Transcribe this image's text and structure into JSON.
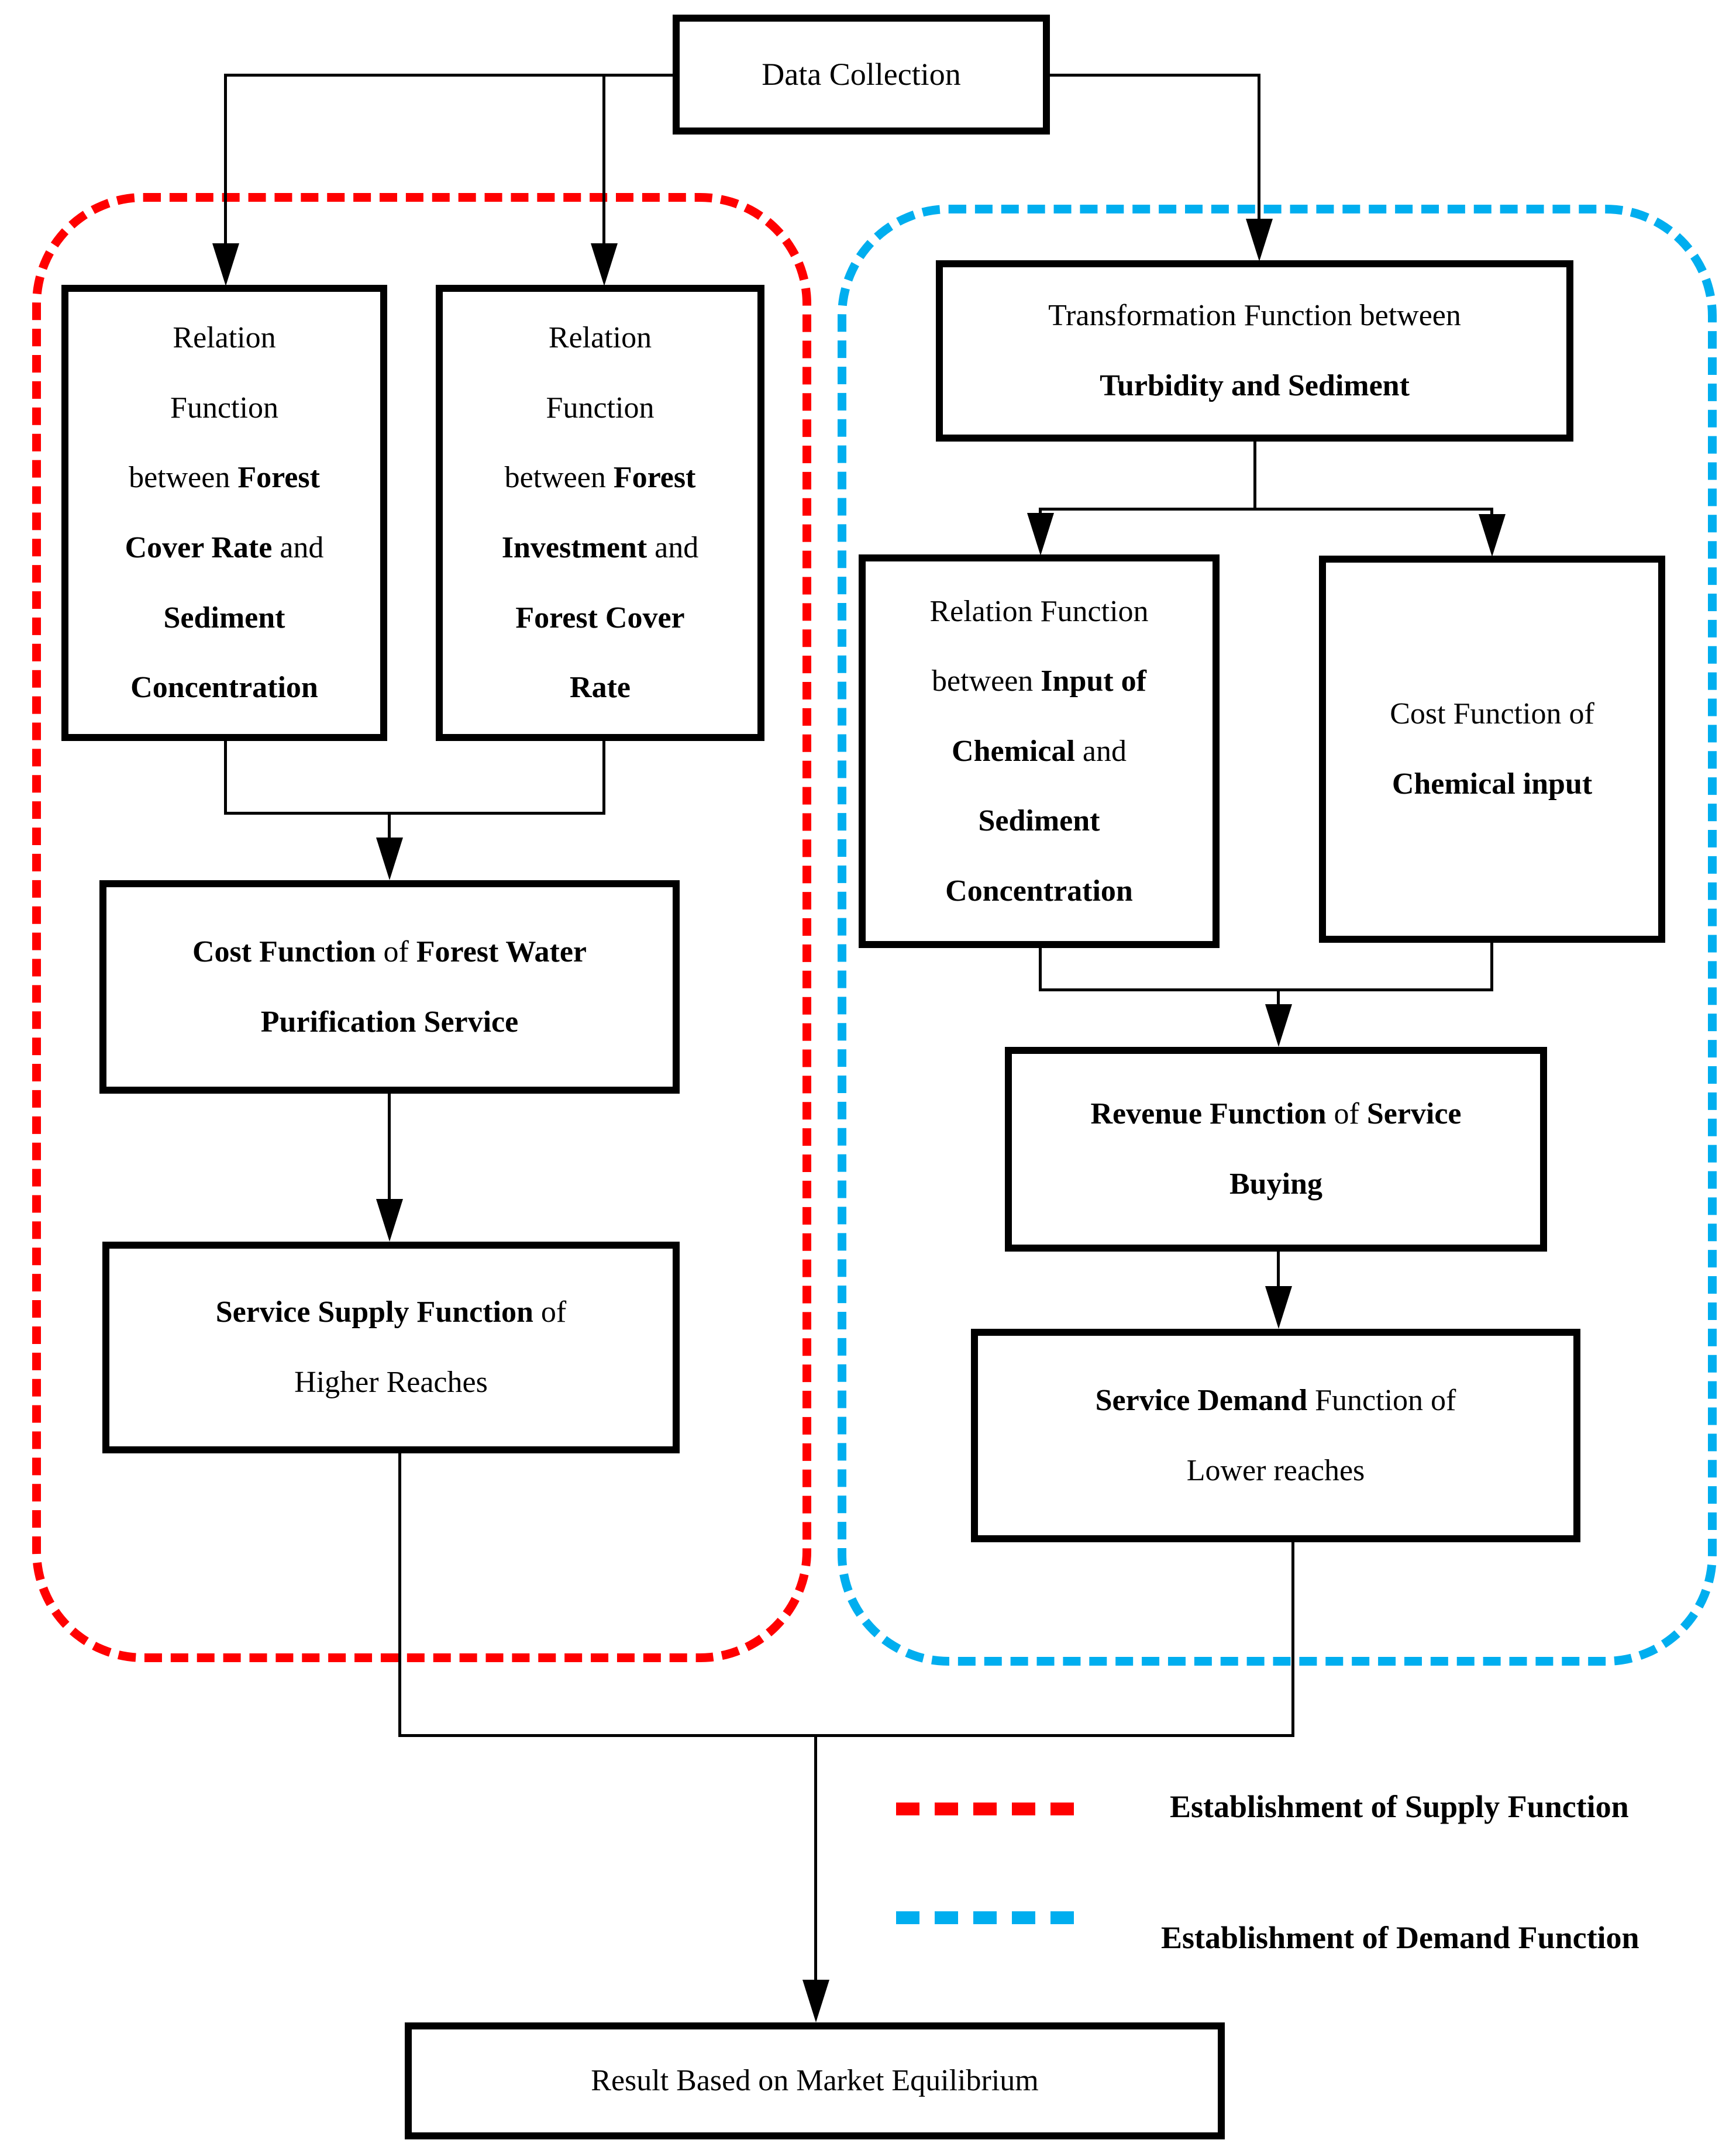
{
  "palette": {
    "supply_frame_red": "#FF0000",
    "demand_frame_blue": "#00AEEF",
    "line_color": "#000000",
    "background": "#FFFFFF"
  },
  "nodes": {
    "data_collection": {
      "lines": [
        [
          {
            "t": "Data Collection"
          }
        ]
      ]
    },
    "relation_cover_sediment": {
      "lines": [
        [
          {
            "t": "Relation"
          }
        ],
        [
          {
            "t": "Function"
          }
        ],
        [
          {
            "t": "between "
          },
          {
            "t": "Forest",
            "b": true
          }
        ],
        [
          {
            "t": "Cover Rate",
            "b": true
          },
          {
            "t": " and"
          }
        ],
        [
          {
            "t": "Sediment",
            "b": true
          }
        ],
        [
          {
            "t": "Concentration",
            "b": true
          }
        ]
      ]
    },
    "relation_investment_cover": {
      "lines": [
        [
          {
            "t": "Relation"
          }
        ],
        [
          {
            "t": "Function"
          }
        ],
        [
          {
            "t": "between "
          },
          {
            "t": "Forest",
            "b": true
          }
        ],
        [
          {
            "t": "Investment",
            "b": true
          },
          {
            "t": " and"
          }
        ],
        [
          {
            "t": "Forest Cover",
            "b": true
          }
        ],
        [
          {
            "t": "Rate",
            "b": true
          }
        ]
      ]
    },
    "transformation_turbidity_sediment": {
      "lines": [
        [
          {
            "t": "Transformation Function between"
          }
        ],
        [
          {
            "t": "Turbidity and Sediment",
            "b": true
          }
        ]
      ]
    },
    "relation_chemical_sediment": {
      "lines": [
        [
          {
            "t": "Relation Function"
          }
        ],
        [
          {
            "t": "between "
          },
          {
            "t": "Input of",
            "b": true
          }
        ],
        [
          {
            "t": "Chemical",
            "b": true
          },
          {
            "t": " and"
          }
        ],
        [
          {
            "t": "Sediment",
            "b": true
          }
        ],
        [
          {
            "t": "Concentration",
            "b": true
          }
        ]
      ]
    },
    "cost_chemical_input": {
      "lines": [
        [
          {
            "t": "Cost Function of"
          }
        ],
        [
          {
            "t": "Chemical input",
            "b": true
          }
        ]
      ]
    },
    "cost_forest_water": {
      "lines": [
        [
          {
            "t": "Cost Function",
            "b": true
          },
          {
            "t": " of "
          },
          {
            "t": "Forest Water",
            "b": true
          }
        ],
        [
          {
            "t": "Purification Service",
            "b": true
          }
        ]
      ]
    },
    "service_supply": {
      "lines": [
        [
          {
            "t": "Service Supply Function",
            "b": true
          },
          {
            "t": " of"
          }
        ],
        [
          {
            "t": "Higher Reaches"
          }
        ]
      ]
    },
    "revenue_service_buying": {
      "lines": [
        [
          {
            "t": "Revenue Function",
            "b": true
          },
          {
            "t": " of "
          },
          {
            "t": "Service",
            "b": true
          }
        ],
        [
          {
            "t": "Buying",
            "b": true
          }
        ]
      ]
    },
    "service_demand": {
      "lines": [
        [
          {
            "t": "Service Demand",
            "b": true
          },
          {
            "t": " Function of"
          }
        ],
        [
          {
            "t": "Lower reaches"
          }
        ]
      ]
    },
    "result_market_equilibrium": {
      "lines": [
        [
          {
            "t": "Result Based on Market Equilibrium"
          }
        ]
      ]
    }
  },
  "legend": {
    "supply_label": "Establishment of Supply Function",
    "demand_label": "Establishment of Demand Function"
  }
}
